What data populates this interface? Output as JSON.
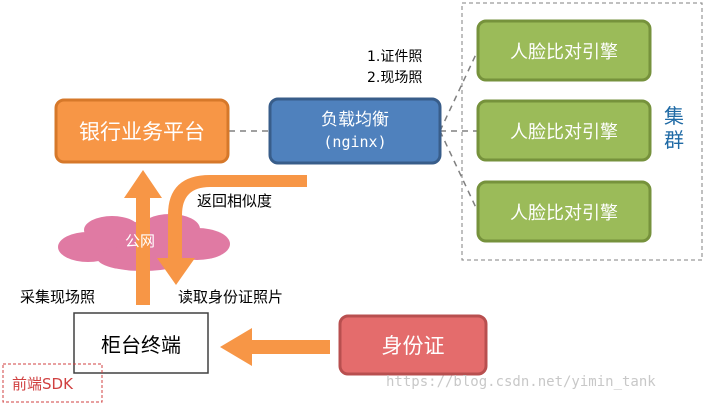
{
  "nodes": {
    "banking": {
      "label": "银行业务平台",
      "fill": "#f79646",
      "stroke": "#d6782a"
    },
    "lb": {
      "label": "负载均衡",
      "sublabel": "(nginx)",
      "fill": "#4f81bd",
      "stroke": "#385d8a"
    },
    "engines": [
      {
        "label": "人脸比对引擎"
      },
      {
        "label": "人脸比对引擎"
      },
      {
        "label": "人脸比对引擎"
      }
    ],
    "engine_style": {
      "fill": "#9bbb59",
      "stroke": "#76923c"
    },
    "counter": {
      "label": "柜台终端",
      "fill": "#ffffff",
      "stroke": "#404040"
    },
    "idcard": {
      "label": "身份证",
      "fill": "#e46c6c",
      "stroke": "#b84f4f"
    },
    "cloud": {
      "label": "公网",
      "fill": "#e07aa3"
    }
  },
  "labels": {
    "send_items": [
      "1.证件照",
      "2.现场照"
    ],
    "cluster": "集\n群",
    "return_similarity": "返回相似度",
    "capture_photo": "采集现场照",
    "read_id_photo": "读取身份证照片",
    "frontend_sdk": "前端SDK"
  },
  "watermark": "https://blog.csdn.net/yimin_tank",
  "colors": {
    "arrow": "#f79646",
    "cluster_text": "#1f6aa5",
    "sdk_text": "#d04040",
    "dashed_line": "#808080"
  }
}
